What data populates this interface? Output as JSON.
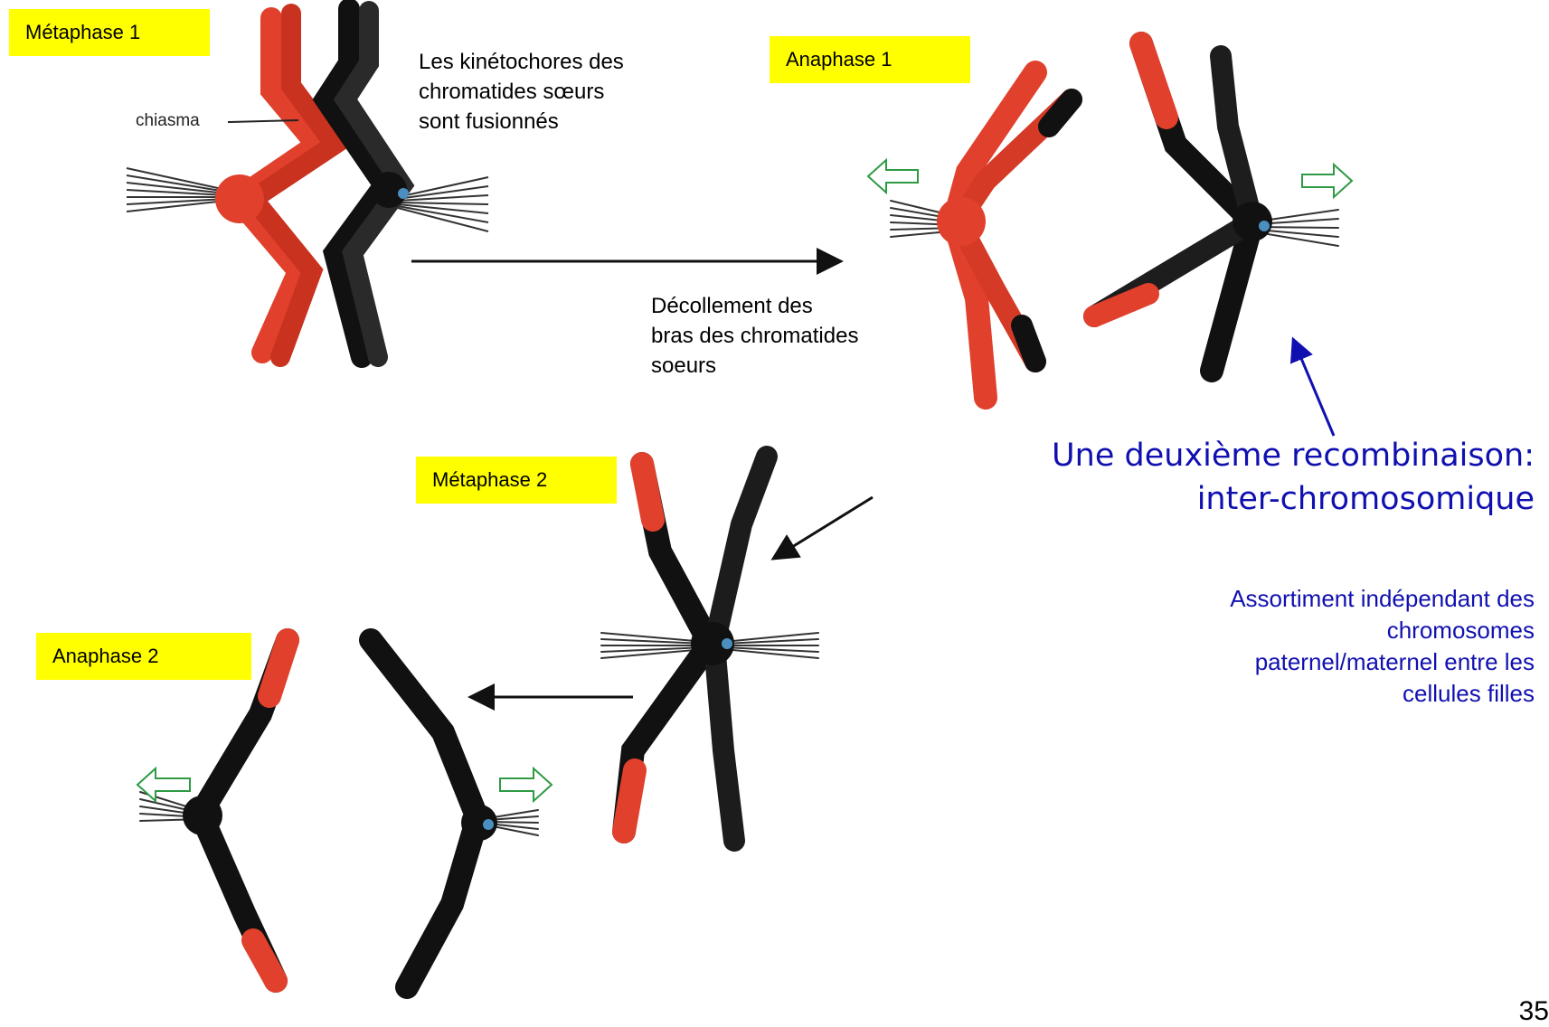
{
  "stages": {
    "metaphase1": "Métaphase 1",
    "anaphase1": "Anaphase 1",
    "metaphase2": "Métaphase 2",
    "anaphase2": "Anaphase 2"
  },
  "chiasma_label": "chiasma",
  "note_kinetochores": "Les kinétochores des\nchromatides sœurs\nsont fusionnés",
  "note_decollement": "Décollement des\nbras des chromatides\nsoeurs",
  "recombination_title": "Une deuxième recombinaison:\ninter-chromosomique",
  "recombination_text": "Assortiment indépendant des\nchromosomes\npaternel/maternel entre les\ncellules filles",
  "page_number": "35",
  "colors": {
    "paternal": "#e0402c",
    "maternal": "#111111",
    "kinetochore": "#4a8fc0",
    "label_bg": "#ffff00",
    "accent_blue": "#1010b0",
    "arrow_green": "#2f9a45"
  }
}
